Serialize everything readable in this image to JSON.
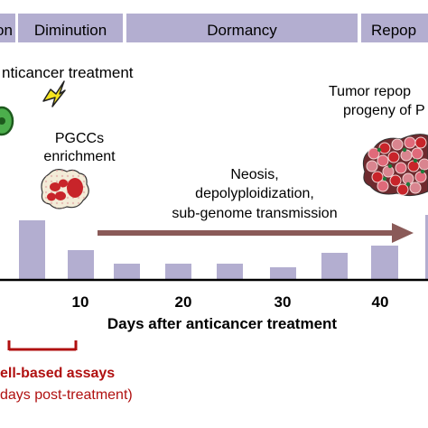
{
  "phases": [
    {
      "label": "on"
    },
    {
      "label": "Diminution"
    },
    {
      "label": "Dormancy"
    },
    {
      "label": "Repop"
    }
  ],
  "annotations": {
    "treatment": "nticancer treatment",
    "pgcc_line1": "PGCCs",
    "pgcc_line2": "enrichment",
    "tumor_line1": "Tumor repop",
    "tumor_line2": "progeny of P",
    "neosis_line1": "Neosis,",
    "neosis_line2": "depolyploidization,",
    "neosis_line3": "sub-genome transmission"
  },
  "axis": {
    "xlabel": "Days after anticancer treatment",
    "ticks": [
      "10",
      "20",
      "30",
      "40"
    ]
  },
  "assays": {
    "line1": "ell-based assays",
    "line2": "days post-treatment)"
  },
  "colors": {
    "tab": "#b3aed0",
    "bar": "#b3aed0",
    "arrow": "#8a5a58",
    "assay": "#b01010",
    "cell_red": "#c8242a"
  },
  "chart_data": {
    "type": "bar",
    "xlabel": "Days after anticancer treatment",
    "x_ticks": [
      10,
      20,
      30,
      40
    ],
    "values": [
      66,
      33,
      18,
      18,
      18,
      14,
      30,
      38,
      72
    ],
    "note": "relative bar heights, no y-axis shown"
  }
}
